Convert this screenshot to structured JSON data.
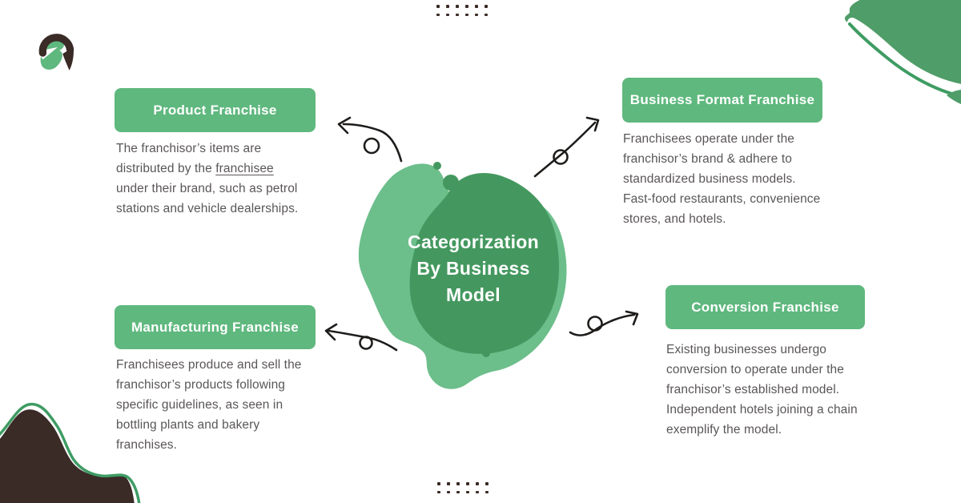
{
  "colors": {
    "background": "#FFFFFF",
    "white": "#FFFFFF",
    "box_green": "#5FB87E",
    "blob_back": "#6CBE8B",
    "blob_front": "#44985F",
    "corner_green": "#4F9D68",
    "line_green": "#3E9C63",
    "dark_brown": "#3A2B27",
    "text_gray": "#5A5657",
    "arrow_black": "#1F1D1B"
  },
  "brand": {
    "icon": "spartan-helmet-logo"
  },
  "decor": {
    "dots_top": {
      "rows": 2,
      "cols": 6
    },
    "dots_bottom": {
      "rows": 2,
      "cols": 6
    },
    "corner_top_right": "green-wave-blob",
    "corner_bottom_left": "dark-wave-blob"
  },
  "center": {
    "title_lines": [
      "Categorization",
      "By Business",
      "Model"
    ]
  },
  "nodes": [
    {
      "id": "product",
      "label": "Product Franchise",
      "desc_lines": [
        [
          {
            "t": "The franchisor’s items are"
          }
        ],
        [
          {
            "t": "distributed by the "
          },
          {
            "t": "franchisee",
            "u": true
          }
        ],
        [
          {
            "t": "under their brand, such as petrol"
          }
        ],
        [
          {
            "t": "stations and vehicle dealerships."
          }
        ]
      ]
    },
    {
      "id": "business-format",
      "label": "Business Format Franchise",
      "desc_lines": [
        [
          {
            "t": "Franchisees operate under the"
          }
        ],
        [
          {
            "t": "franchisor’s brand & adhere to"
          }
        ],
        [
          {
            "t": "standardized business models."
          }
        ],
        [
          {
            "t": "Fast-food restaurants, convenience"
          }
        ],
        [
          {
            "t": "stores, and hotels."
          }
        ]
      ]
    },
    {
      "id": "manufacturing",
      "label": "Manufacturing Franchise",
      "desc_lines": [
        [
          {
            "t": "Franchisees produce and sell the"
          }
        ],
        [
          {
            "t": "franchisor’s products following"
          }
        ],
        [
          {
            "t": "specific guidelines, as seen in"
          }
        ],
        [
          {
            "t": "bottling plants and bakery"
          }
        ],
        [
          {
            "t": "franchises."
          }
        ]
      ]
    },
    {
      "id": "conversion",
      "label": "Conversion Franchise",
      "desc_lines": [
        [
          {
            "t": "Existing businesses undergo"
          }
        ],
        [
          {
            "t": "conversion to operate under the"
          }
        ],
        [
          {
            "t": "franchisor’s established model."
          }
        ],
        [
          {
            "t": "Independent hotels joining a chain"
          }
        ],
        [
          {
            "t": "exemplify the model."
          }
        ]
      ]
    }
  ]
}
